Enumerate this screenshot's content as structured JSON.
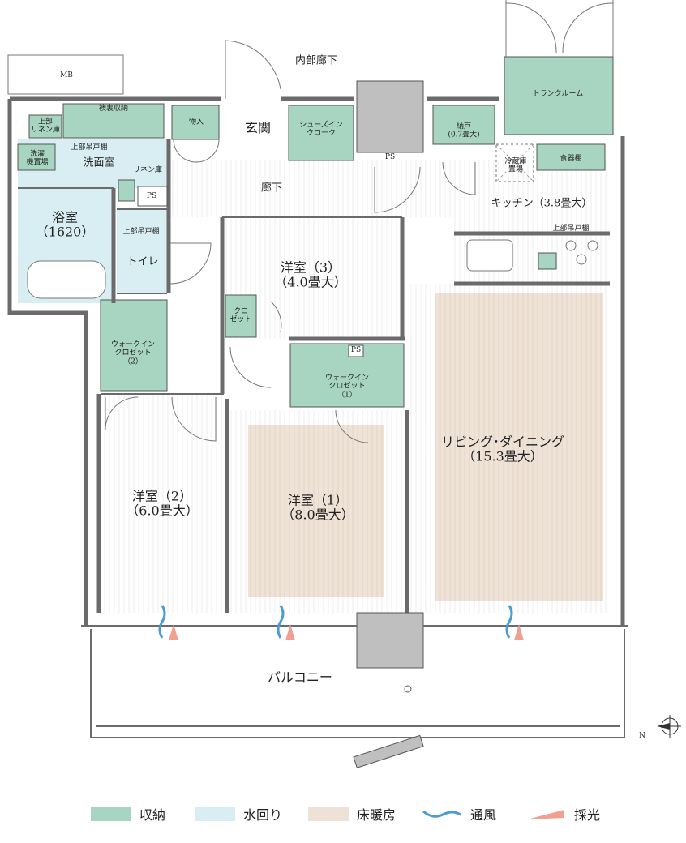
{
  "colors": {
    "storage": "#a8d5c2",
    "water": "#d8eef3",
    "floor_heating": "#eee1d6",
    "wall": "#6b6b6b",
    "ps": "#bfbfbf",
    "wind": "#4a9cd6",
    "light": "#f0a090"
  },
  "labels": {
    "mb": "MB",
    "inner_corridor": "内部廊下",
    "trunk_room": "トランクルーム",
    "upper_linen": "上部\nリネン庫",
    "fusuma_storage": "襖裏収納",
    "storage_room": "物入",
    "entrance": "玄関",
    "shoes_in_cloak": "シューズイン\nクローク",
    "ps": "PS",
    "nando": "納戸\n(0.7畳大)",
    "fridge_place": "冷蔵庫\n置場",
    "dish_shelf": "食器棚",
    "washer_place": "洗濯\n機置場",
    "upper_cabinet_1": "上部吊戸棚",
    "washroom": "洗面室",
    "linen": "リネン庫",
    "corridor": "廊下",
    "kitchen": "キッチン（3.8畳大）",
    "upper_cabinet_2": "上部吊戸棚",
    "bathroom": "浴室\n（1620）",
    "upper_cabinet_3": "上部吊戸棚",
    "toilet": "トイレ",
    "western_room_3": "洋室（3）\n（4.0畳大）",
    "closet": "クロ\nゼット",
    "walkin_closet_2": "ウォークイン\nクロゼット\n（2）",
    "walkin_closet_1": "ウォークイン\nクロゼット\n（1）",
    "living_dining": "リビング･ダイニング\n（15.3畳大）",
    "western_room_2": "洋室（2）\n（6.0畳大）",
    "western_room_1": "洋室（1）\n（8.0畳大）",
    "balcony": "バルコニー",
    "north": "N"
  },
  "legend": {
    "storage": "収納",
    "water": "水回り",
    "floor_heating": "床暖房",
    "ventilation": "通風",
    "lighting": "採光"
  }
}
